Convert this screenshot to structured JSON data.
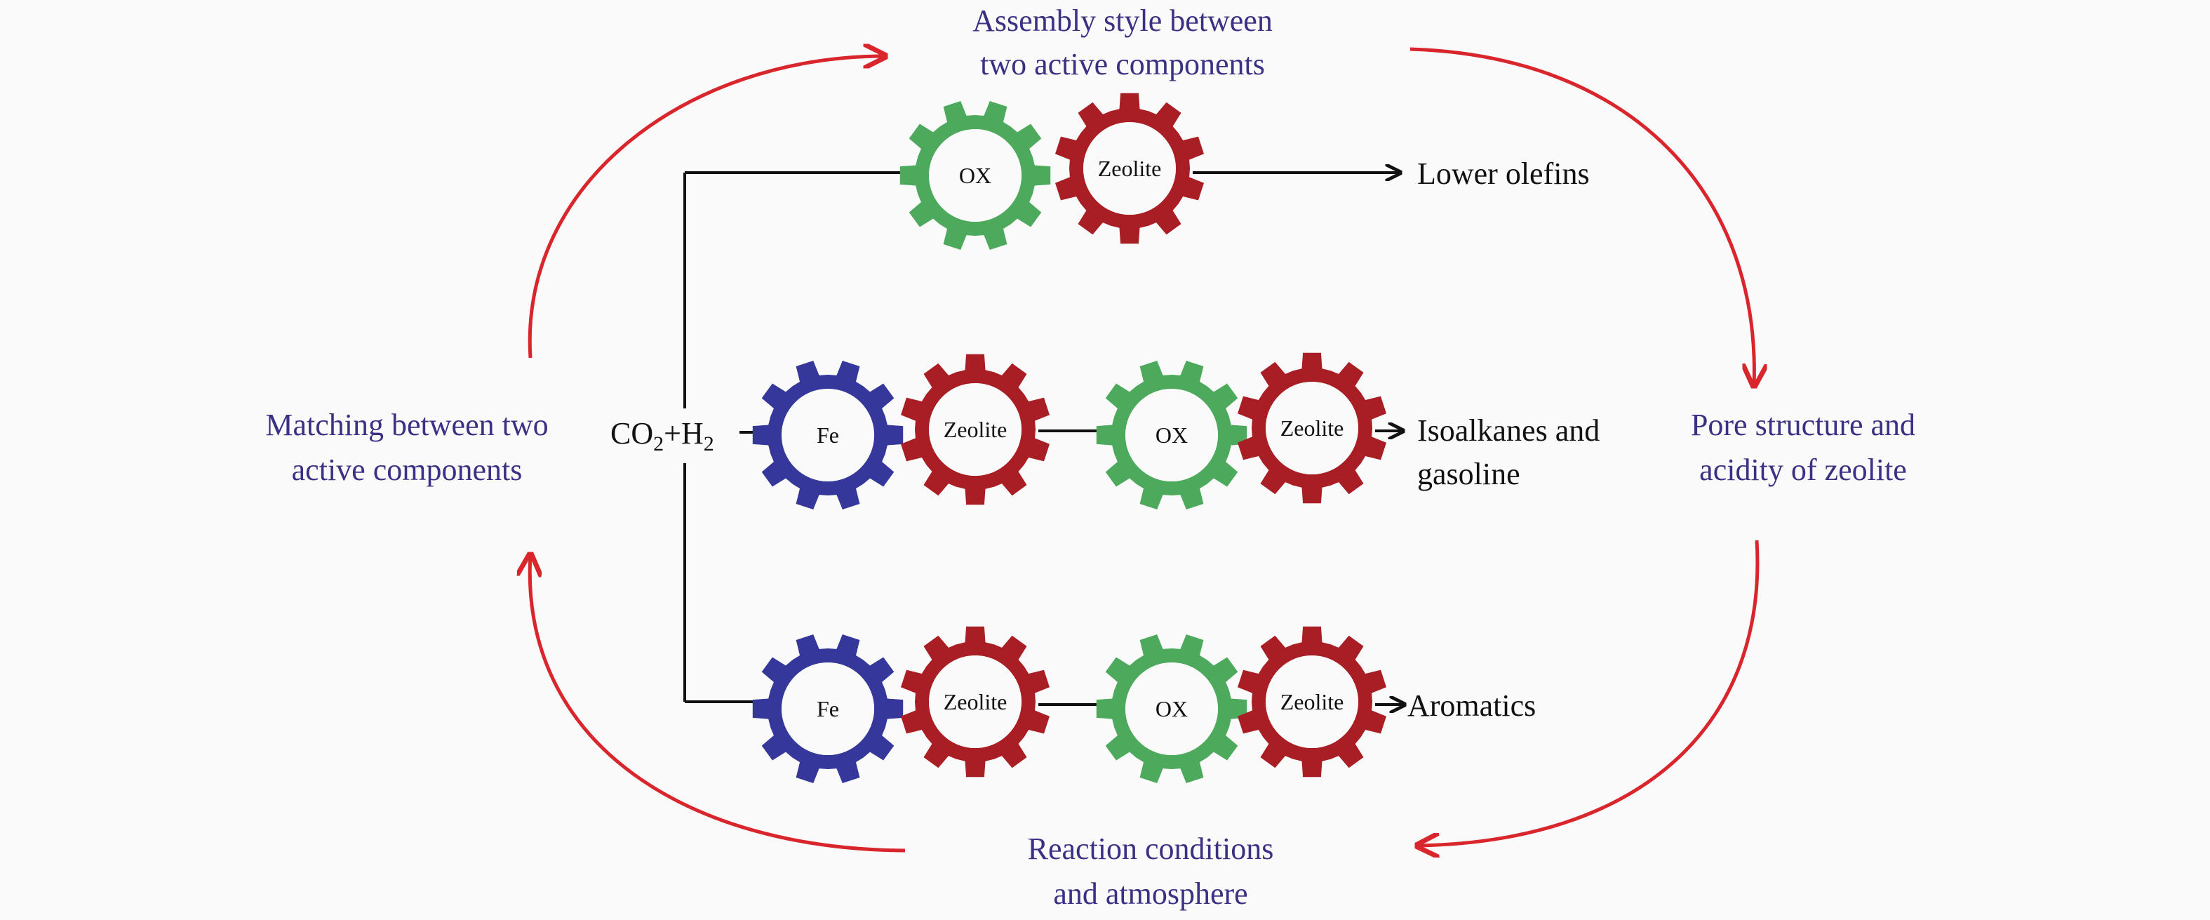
{
  "feed": {
    "co2": "CO",
    "co2_sub": "2",
    "plus": "+H",
    "h2_sub": "2"
  },
  "factors": {
    "top": [
      "Assembly style between",
      "two active components"
    ],
    "left": [
      "Matching between two",
      "active components"
    ],
    "right": [
      "Pore structure and",
      "acidity of zeolite"
    ],
    "bottom": [
      "Reaction conditions",
      "and atmosphere"
    ]
  },
  "products": {
    "row1": [
      "Lower olefins"
    ],
    "row2": [
      "Isoalkanes and",
      "gasoline"
    ],
    "row3": [
      "Aromatics"
    ]
  },
  "gears": {
    "row1": [
      {
        "label": "OX",
        "type": "ox"
      },
      {
        "label": "Zeolite",
        "type": "zeolite"
      }
    ],
    "row2": [
      {
        "label": "Fe",
        "type": "fe"
      },
      {
        "label": "Zeolite",
        "type": "zeolite"
      },
      {
        "label": "OX",
        "type": "ox"
      },
      {
        "label": "Zeolite",
        "type": "zeolite"
      }
    ],
    "row3": [
      {
        "label": "Fe",
        "type": "fe"
      },
      {
        "label": "Zeolite",
        "type": "zeolite"
      },
      {
        "label": "OX",
        "type": "ox"
      },
      {
        "label": "Zeolite",
        "type": "zeolite"
      }
    ]
  },
  "colors": {
    "fe": "#35389a",
    "zeolite": "#a81e24",
    "ox": "#4daa5c",
    "cycle_arrow": "#d9262c",
    "factor_text": "#3b3184"
  }
}
